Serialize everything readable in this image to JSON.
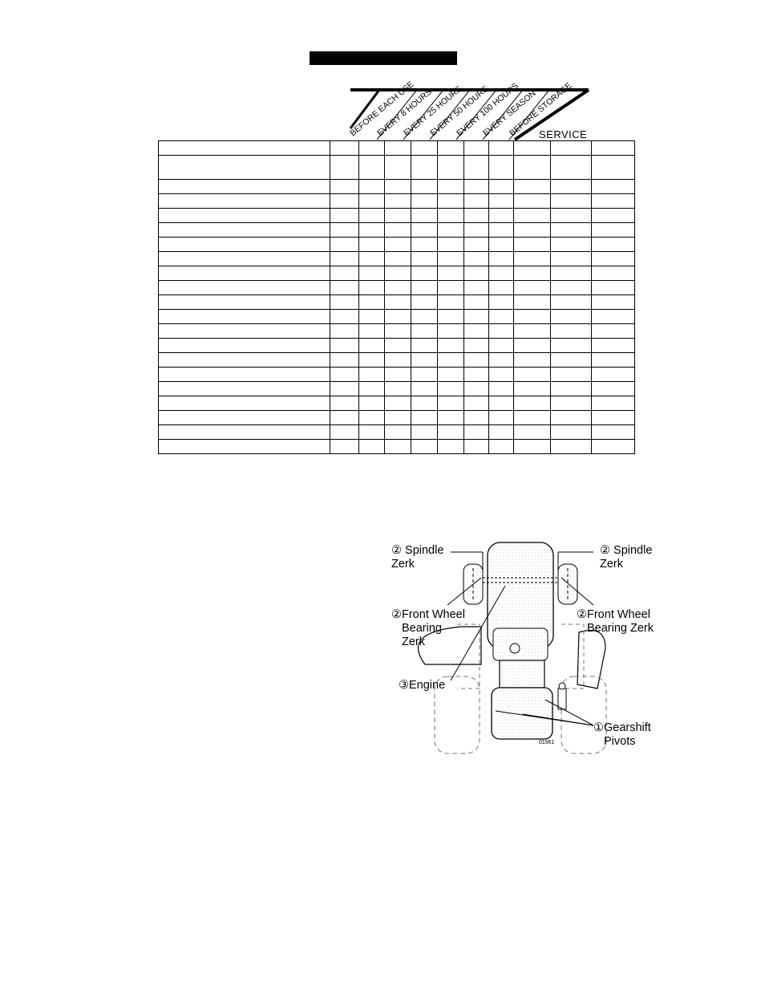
{
  "schedule": {
    "interval_headers": [
      "BEFORE EACH USE",
      "EVERY 8 HOURS",
      "EVERY 25 HOURS",
      "EVERY 50 HOURS",
      "EVERY 100 HOURS",
      "EVERY SEASON",
      "BEFORE STORAGE"
    ],
    "service_label": "SERVICE",
    "row_count": 21
  },
  "diagram": {
    "callouts": {
      "spindle_left": [
        "② Spindle",
        "Zerk"
      ],
      "spindle_right": [
        "② Spindle",
        "Zerk"
      ],
      "front_wheel_left": [
        "②Front Wheel",
        "Bearing",
        "Zerk"
      ],
      "front_wheel_right": [
        "②Front Wheel",
        "Bearing Zerk"
      ],
      "engine": "③Engine",
      "gearshift": [
        "①Gearshift",
        "Pivots"
      ]
    },
    "figure_code": "01961"
  }
}
